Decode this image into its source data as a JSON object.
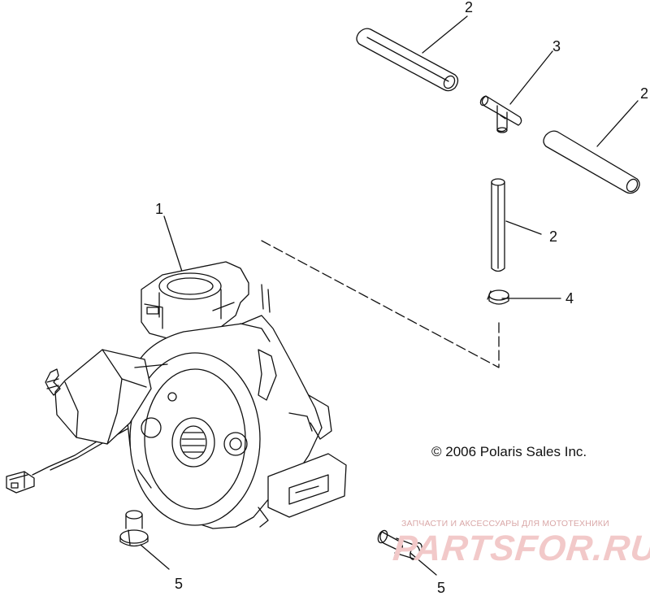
{
  "diagram": {
    "callouts": {
      "p1": "1",
      "p2a": "2",
      "p2b": "2",
      "p2c": "2",
      "p3": "3",
      "p4": "4",
      "p5a": "5",
      "p5b": "5"
    },
    "copyright": "© 2006 Polaris Sales Inc.",
    "watermark": {
      "tagline": "ЗАПЧАСТИ И АКСЕССУАРЫ ДЛЯ МОТОТЕХНИКИ",
      "logo": "PARTSFOR.RU"
    }
  },
  "colors": {
    "line": "#111111",
    "watermark": "#e8b4b4"
  },
  "icons": {
    "gearcase": "gearcase-assembly-icon",
    "hose": "vent-hose-icon",
    "tee": "tee-fitting-icon",
    "clamp": "hose-clamp-icon",
    "bolt": "flange-bolt-icon"
  }
}
